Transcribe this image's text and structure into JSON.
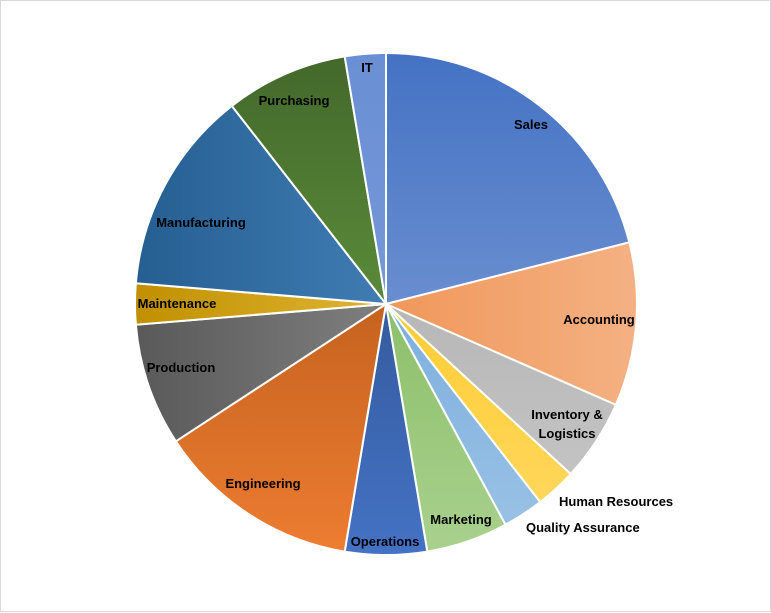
{
  "chart_data": {
    "type": "pie",
    "title": "",
    "legend": "none",
    "start": "12 o'clock",
    "direction": "clockwise",
    "slices": [
      {
        "label": "Sales",
        "value": 20.0,
        "color_a": "#4472C4",
        "color_b": "#8EA9DB"
      },
      {
        "label": "Accounting",
        "value": 10.0,
        "color_a": "#ED7D31",
        "color_b": "#F4B183"
      },
      {
        "label": "Inventory & Logistics",
        "value": 5.0,
        "color_a": "#A5A5A5",
        "color_b": "#C9C9C9"
      },
      {
        "label": "Human Resources",
        "value": 2.5,
        "color_a": "#FFC000",
        "color_b": "#FFD966"
      },
      {
        "label": "Quality Assurance",
        "value": 2.5,
        "color_a": "#5B9BD5",
        "color_b": "#9DC3E6"
      },
      {
        "label": "Marketing",
        "value": 5.0,
        "color_a": "#70AD47",
        "color_b": "#A9D18E"
      },
      {
        "label": "Operations",
        "value": 5.0,
        "color_a": "#264478",
        "color_b": "#4472C4"
      },
      {
        "label": "Engineering",
        "value": 12.5,
        "color_a": "#9E480E",
        "color_b": "#ED7D31"
      },
      {
        "label": "Production",
        "value": 7.5,
        "color_a": "#595959",
        "color_b": "#A5A5A5"
      },
      {
        "label": "Maintenance",
        "value": 2.5,
        "color_a": "#C09000",
        "color_b": "#FFD966"
      },
      {
        "label": "Manufacturing",
        "value": 12.5,
        "color_a": "#255E91",
        "color_b": "#5B9BD5"
      },
      {
        "label": "Purchasing",
        "value": 7.5,
        "color_a": "#43682B",
        "color_b": "#70AD47"
      },
      {
        "label": "IT",
        "value": 2.5,
        "color_a": "#6A8FD4",
        "color_b": "#7F9FDA"
      }
    ]
  }
}
